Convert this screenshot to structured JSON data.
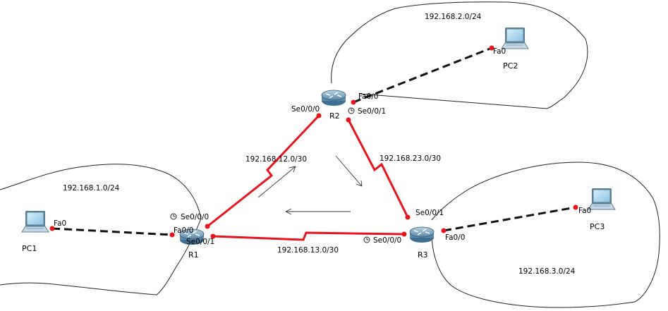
{
  "colors": {
    "serial_link": "#e8141c",
    "ethernet_link": "#111111",
    "link_port": "#e8141c",
    "router_body": "#7fa7c0",
    "pc_screen": "#9fd0ea",
    "area_outline": "#222222"
  },
  "devices": {
    "r1": {
      "name": "R1",
      "icon": "router-icon"
    },
    "r2": {
      "name": "R2",
      "icon": "router-icon"
    },
    "r3": {
      "name": "R3",
      "icon": "router-icon"
    },
    "pc1": {
      "name": "PC1",
      "icon": "laptop-icon"
    },
    "pc2": {
      "name": "PC2",
      "icon": "laptop-icon"
    },
    "pc3": {
      "name": "PC3",
      "icon": "laptop-icon"
    }
  },
  "networks": {
    "lan1": "192.168.1.0/24",
    "lan2": "192.168.2.0/24",
    "lan3": "192.168.3.0/24",
    "r1_r2": "192.168.12.0/30",
    "r2_r3": "192.168.23.0/30",
    "r1_r3": "192.168.13.0/30"
  },
  "ports": {
    "pc1_fa0": "Fa0",
    "r1_fa00": "Fa0/0",
    "r1_se000": "Se0/0/0",
    "r1_se001": "Se0/0/1",
    "r2_se000": "Se0/0/0",
    "r2_se001": "Se0/0/1",
    "r2_fa00": "Fa0/0",
    "pc2_fa0": "Fa0",
    "r3_se001": "Se0/0/1",
    "r3_se000": "Se0/0/0",
    "r3_fa00": "Fa0/0",
    "pc3_fa0": "Fa0"
  }
}
